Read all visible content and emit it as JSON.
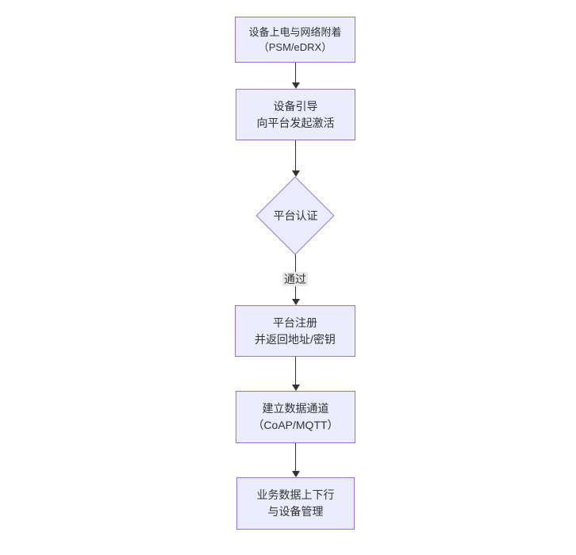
{
  "diagram": {
    "type": "flowchart",
    "direction": "top-down",
    "nodes": [
      {
        "id": "device-power-attach",
        "shape": "rect",
        "lines": [
          "设备上电与网络附着",
          "（PSM/eDRX）"
        ]
      },
      {
        "id": "device-bootstrap",
        "shape": "rect",
        "lines": [
          "设备引导",
          "向平台发起激活"
        ]
      },
      {
        "id": "platform-auth",
        "shape": "diamond",
        "lines": [
          "平台认证"
        ]
      },
      {
        "id": "platform-register",
        "shape": "rect",
        "lines": [
          "平台注册",
          "并返回地址/密钥"
        ]
      },
      {
        "id": "data-channel",
        "shape": "rect",
        "lines": [
          "建立数据通道",
          "（CoAP/MQTT）"
        ]
      },
      {
        "id": "business-data",
        "shape": "rect",
        "lines": [
          "业务数据上下行",
          "与设备管理"
        ]
      }
    ],
    "edges": [
      {
        "from": "device-power-attach",
        "to": "device-bootstrap",
        "label": ""
      },
      {
        "from": "device-bootstrap",
        "to": "platform-auth",
        "label": ""
      },
      {
        "from": "platform-auth",
        "to": "platform-register",
        "label": "通过"
      },
      {
        "from": "platform-register",
        "to": "data-channel",
        "label": ""
      },
      {
        "from": "data-channel",
        "to": "business-data",
        "label": ""
      }
    ],
    "edge_labels": [
      {
        "text": "通过"
      }
    ],
    "colors": {
      "node_fill": "#ECECFF",
      "node_border": "#9370DB",
      "text": "#333333",
      "edge": "#333333",
      "label_bg": "#E8E8E8",
      "background": "#FFFFFF"
    }
  }
}
